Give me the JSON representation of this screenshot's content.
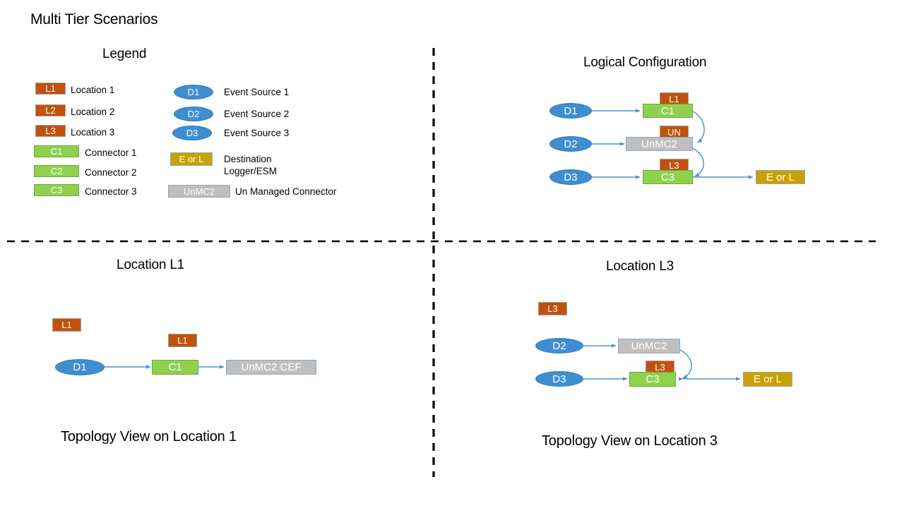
{
  "page": {
    "title": "Multi Tier Scenarios",
    "background": "#ffffff"
  },
  "colors": {
    "location": "#c0520d",
    "connector": "#8fd14f",
    "unmanaged": "#bfbfbf",
    "destination": "#c9a100",
    "event_source": "#3f8ed0",
    "arrow": "#4f95c6",
    "divider": "#000000"
  },
  "legend": {
    "heading": "Legend",
    "locations": [
      {
        "badge": "L1",
        "label": "Location 1"
      },
      {
        "badge": "L2",
        "label": "Location 2"
      },
      {
        "badge": "L3",
        "label": "Location 3"
      }
    ],
    "connectors": [
      {
        "badge": "C1",
        "label": "Connector 1"
      },
      {
        "badge": "C2",
        "label": "Connector 2"
      },
      {
        "badge": "C3",
        "label": "Connector 3"
      }
    ],
    "event_sources": [
      {
        "badge": "D1",
        "label": "Event Source 1"
      },
      {
        "badge": "D2",
        "label": "Event Source 2"
      },
      {
        "badge": "D3",
        "label": "Event Source 3"
      }
    ],
    "destination": {
      "badge": "E or L",
      "label_line1": "Destination",
      "label_line2": "Logger/ESM"
    },
    "unmanaged": {
      "badge": "UnMC2",
      "label": "Un Managed Connector"
    }
  },
  "logical_configuration": {
    "heading": "Logical Configuration",
    "nodes": {
      "d1": "D1",
      "d2": "D2",
      "d3": "D3",
      "l1": "L1",
      "c1": "C1",
      "un": "UN",
      "unmc2": "UnMC2",
      "l3": "L3",
      "c3": "C3",
      "dest": "E or L"
    }
  },
  "location_l1": {
    "heading": "Location L1",
    "caption": "Topology View on Location 1",
    "nodes": {
      "badge": "L1",
      "d1": "D1",
      "l1": "L1",
      "c1": "C1",
      "unmc2_cef": "UnMC2 CEF"
    }
  },
  "location_l3": {
    "heading": "Location L3",
    "caption": "Topology View on Location 3",
    "nodes": {
      "badge": "L3",
      "d2": "D2",
      "d3": "D3",
      "unmc2": "UnMC2",
      "l3": "L3",
      "c3": "C3",
      "dest": "E or L"
    }
  }
}
